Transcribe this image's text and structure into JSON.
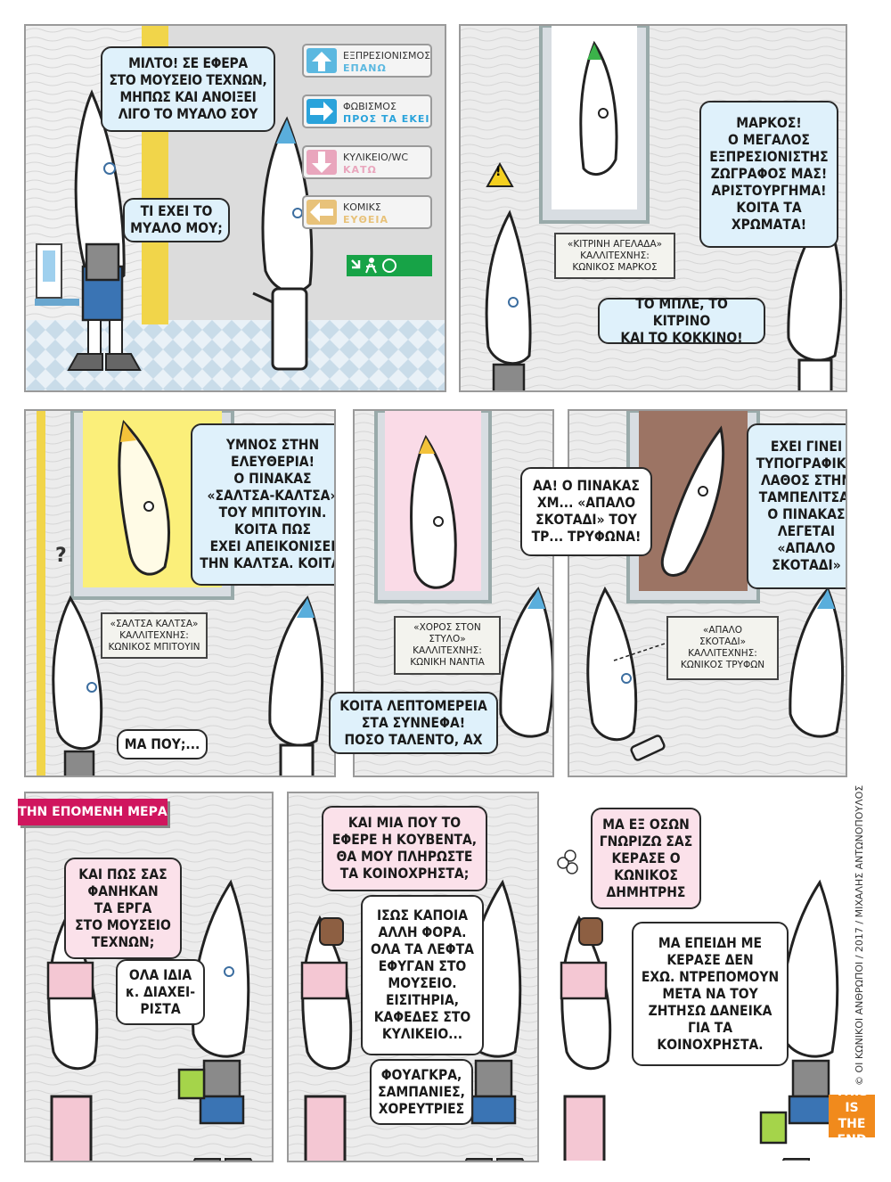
{
  "panel1": {
    "bubble_milto": "ΜΙΛΤΟ! ΣΕ ΕΦΕΡΑ\nΣΤΟ ΜΟΥΣΕΙΟ ΤΕΧΝΩΝ,\nΜΗΠΩΣ ΚΑΙ ΑΝΟΙΞΕΙ\nΛΙΓΟ ΤΟ ΜΥΑΛΟ ΣΟΥ",
    "bubble_ti_exei": "ΤΙ ΕΧΕΙ ΤΟ\nΜΥΑΛΟ ΜΟΥ;",
    "signs": [
      {
        "line1": "ΕΞΠΡΕΣΙΟΝΙΣΜΟΣ",
        "line2": "ΕΠΑΝΩ",
        "icon": "arrow-up-icon",
        "color": "#5bb8e0"
      },
      {
        "line1": "ΦΩΒΙΣΜΟΣ",
        "line2": "ΠΡΟΣ ΤΑ ΕΚΕΙ",
        "icon": "arrow-right-icon",
        "color": "#2aa3db"
      },
      {
        "line1": "ΚΥΛΙΚΕΙΟ/WC",
        "line2": "ΚΑΤΩ",
        "icon": "arrow-down-icon",
        "color": "#e9a6bd"
      },
      {
        "line1": "ΚΟΜΙΚΣ",
        "line2": "ΕΥΘΕΙΑ",
        "icon": "arrow-left-icon",
        "color": "#e8c27a"
      }
    ],
    "fire_exit": "Fire\nexit"
  },
  "panel2": {
    "label": "«ΚΙΤΡΙΝΗ ΑΓΕΛΑΔΑ»\nΚΑΛΛΙΤΕΧΝΗΣ:\nΚΩΝΙΚΟΣ ΜΑΡΚΟΣ",
    "bubble_markos": "ΜΑΡΚΟΣ!\nΟ ΜΕΓΑΛΟΣ\nΕΞΠΡΕΣΙΟΝΙΣΤΗΣ\nΖΩΓΡΑΦΟΣ ΜΑΣ!\nΑΡΙΣΤΟΥΡΓΗΜΑ!\nΚΟΙΤΑ ΤΑ\nΧΡΩΜΑΤΑ!",
    "bubble_colors": "ΤΟ ΜΠΛΕ, ΤΟ ΚΙΤΡΙΝΟ\nΚΑΙ ΤΟ ΚΟΚΚΙΝΟ!",
    "warning_mark": "!"
  },
  "panel3": {
    "bubble_hymnos": "ΥΜΝΟΣ ΣΤΗΝ\nΕΛΕΥΘΕΡΙΑ!\nΟ ΠΙΝΑΚΑΣ\n«ΣΑΛΤΣΑ-ΚΑΛΤΣΑ»\nΤΟΥ ΜΠΙΤΟΥΙΝ.\nΚΟΙΤΑ ΠΩΣ\nΕΧΕΙ ΑΠΕΙΚΟΝΙΣΕΙ\nΤΗΝ ΚΑΛΤΣΑ. ΚΟΙΤΑ.",
    "label": "«ΣΑΛΤΣΑ ΚΑΛΤΣΑ»\nΚΑΛΛΙΤΕΧΝΗΣ:\nΚΩΝΙΚΟΣ ΜΠΙΤΟΥΙΝ",
    "bubble_pou": "ΜΑ ΠΟΥ;...",
    "question_mark": "?"
  },
  "panel4": {
    "bubble_aa": "ΑΑ! Ο ΠΙΝΑΚΑΣ\nΧΜ... «ΑΠΑΛΟ\nΣΚΟΤΑΔΙ» ΤΟΥ\nΤΡ... ΤΡΥΦΩΝΑ!",
    "label": "«ΧΟΡΟΣ ΣΤΟΝ\nΣΤΥΛΟ»\nΚΑΛΛΙΤΕΧΝΗΣ:\nΚΩΝΙΚΗ ΝΑΝΤΙΑ",
    "bubble_koita": "ΚΟΙΤΑ ΛΕΠΤΟΜΕΡΕΙΑ\nΣΤΑ ΣΥΝΝΕΦΑ!\nΠΟΣΟ ΤΑΛΕΝΤΟ, ΑΧ"
  },
  "panel5": {
    "bubble_typo": "ΕΧΕΙ ΓΙΝΕΙ\nΤΥΠΟΓΡΑΦΙΚΟ\nΛΑΘΟΣ ΣΤΗΝ\nΤΑΜΠΕΛΙΤΣΑ.\nΟ ΠΙΝΑΚΑΣ\nΛΕΓΕΤΑΙ\n«ΑΠΑΛΟ\nΣΚΟΤΑΔΙ»",
    "label": "«ΑΠΑΛΟ\nΣΚΟΤΑΔΙ»\nΚΑΛΛΙΤΕΧΝΗΣ:\nΚΩΝΙΚΟΣ ΤΡΥΦΩΝ"
  },
  "caption": "ΤΗΝ ΕΠΟΜΕΝΗ ΜΕΡΑ",
  "panel6": {
    "bubble_pws": "ΚΑΙ ΠΩΣ ΣΑΣ\nΦΑΝΗΚΑΝ\nΤΑ ΕΡΓΑ\nΣΤΟ ΜΟΥΣΕΙΟ\nΤΕΧΝΩΝ;",
    "bubble_ola": "ΟΛΑ ΙΔΙΑ\nκ. ΔΙΑΧΕΙ-\nΡΙΣΤΑ"
  },
  "panel7": {
    "bubble_kai_mia": "ΚΑΙ ΜΙΑ ΠΟΥ ΤΟ\nΕΦΕΡΕ Η ΚΟΥΒΕΝΤΑ,\nΘΑ ΜΟΥ ΠΛΗΡΩΣΤΕ\nΤΑ ΚΟΙΝΟΧΡΗΣΤΑ;",
    "bubble_isws": "ΙΣΩΣ ΚΑΠΟΙΑ\nΑΛΛΗ ΦΟΡΑ.\nΟΛΑ ΤΑ ΛΕΦΤΑ\nΕΦΥΓΑΝ ΣΤΟ\nΜΟΥΣΕΙΟ.\nΕΙΣΙΤΗΡΙΑ,\nΚΑΦΕΔΕΣ ΣΤΟ\nΚΥΛΙΚΕΙΟ...",
    "bubble_fouagkra": "ΦΟΥΑΓΚΡΑ,\nΣΑΜΠΑΝΙΕΣ,\nΧΟΡΕΥΤΡΙΕΣ"
  },
  "panel8": {
    "bubble_ma_ex": "ΜΑ ΕΞ ΟΣΩΝ\nΓΝΩΡΙΖΩ ΣΑΣ\nΚΕΡΑΣΕ Ο\nΚΩΝΙΚΟΣ\nΔΗΜΗΤΡΗΣ",
    "bubble_ma_epeidi": "ΜΑ ΕΠΕΙΔΗ ΜΕ\nΚΕΡΑΣΕ ΔΕΝ\nΕΧΩ. ΝΤΡΕΠΟΜΟΥΝ\nΜΕΤΑ ΝΑ ΤΟΥ\nΖΗΤΗΣΩ ΔΑΝΕΙΚΑ\nΓΙΑ ΤΑ\nΚΟΙΝΟΧΡΗΣΤΑ."
  },
  "credit": "© ΟΙ ΚΩΝΙΚΟΙ ΑΝΘΡΩΠΟΙ / 2017 / ΜΙΧΑΛΗΣ ΑΝΤΩΝΟΠΟΥΛΟΣ",
  "the_end": "THIS IS\nTHE END"
}
